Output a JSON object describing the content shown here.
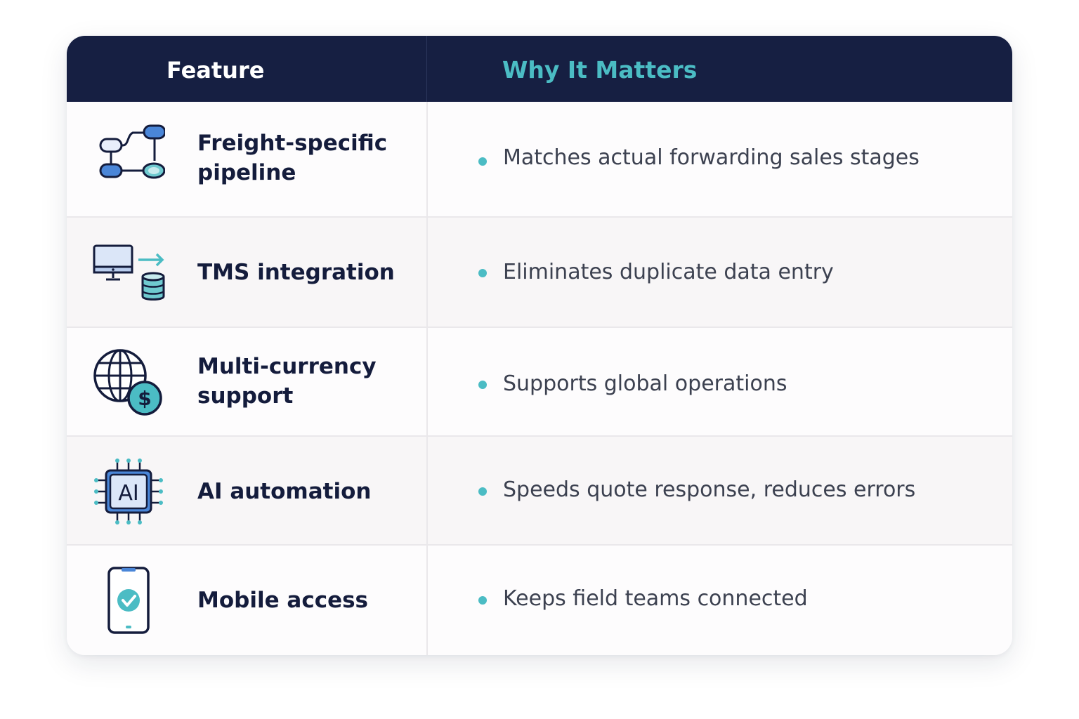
{
  "table": {
    "headers": {
      "feature": "Feature",
      "why": "Why It Matters"
    },
    "rows": [
      {
        "icon": "pipeline-flow-icon",
        "feature": "Freight-specific pipeline",
        "benefit": "Matches actual forwarding sales stages"
      },
      {
        "icon": "computer-database-sync-icon",
        "feature": "TMS integration",
        "benefit": "Eliminates duplicate data entry"
      },
      {
        "icon": "globe-currency-icon",
        "feature": "Multi-currency support",
        "benefit": "Supports global operations"
      },
      {
        "icon": "ai-chip-icon",
        "feature": "AI automation",
        "benefit": "Speeds quote response, reduces errors"
      },
      {
        "icon": "mobile-check-icon",
        "feature": "Mobile access",
        "benefit": "Keeps field teams connected"
      }
    ],
    "icon_text": {
      "ai_chip": "AI",
      "currency": "$"
    }
  },
  "colors": {
    "header_bg": "#161f42",
    "header_text": "#ffffff",
    "accent_teal": "#4bbcc4",
    "icon_blue": "#4a86d8",
    "navy_text": "#141c3c",
    "body_text": "#3c4150"
  }
}
